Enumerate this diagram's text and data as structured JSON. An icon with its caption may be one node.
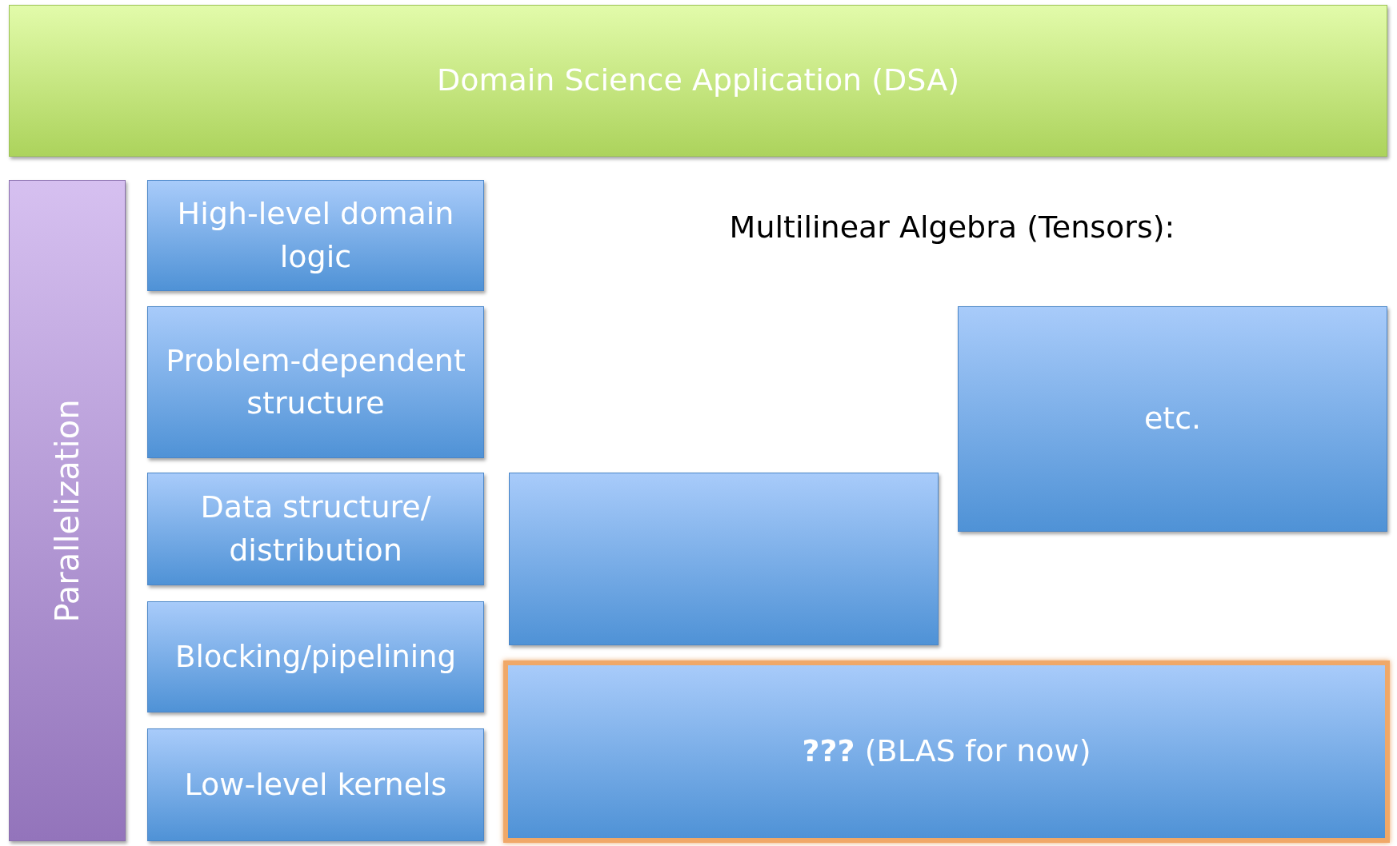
{
  "diagram": {
    "nodes": [
      {
        "text": [
          "Domain Science Application (DSA)"
        ]
      },
      {
        "text": [
          "Parallelization"
        ]
      },
      {
        "text": [
          "High-level domain logic"
        ]
      },
      {
        "text": [
          "Problem-dependent structure"
        ]
      },
      {
        "text": [
          "etc."
        ]
      },
      {
        "text": [
          "Data structure/ distribution"
        ]
      },
      {
        "text": [],
        "shape": "box"
      },
      {
        "text": [
          "Blocking/pipelining"
        ]
      },
      {
        "text": [
          "Low-level kernels"
        ]
      },
      {
        "text": [
          "**???** (BLAS for now)"
        ]
      }
    ],
    "labels": [
      "Multilinear Algebra (Tensors):"
    ]
  }
}
